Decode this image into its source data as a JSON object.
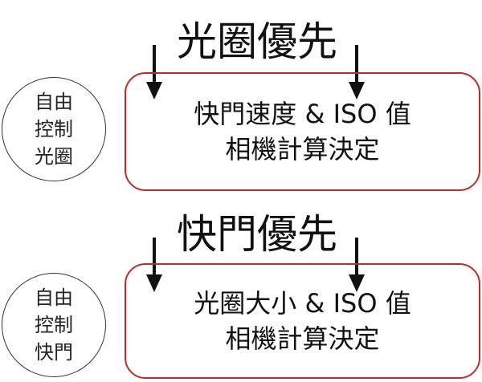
{
  "sections": [
    {
      "title": "光圈優先",
      "circle_lines": [
        "自由",
        "控制",
        "光圈"
      ],
      "box_lines": [
        "快門速度 & ISO 值",
        "相機計算決定"
      ]
    },
    {
      "title": "快門優先",
      "circle_lines": [
        "自由",
        "控制",
        "快門"
      ],
      "box_lines": [
        "光圈大小 & ISO 值",
        "相機計算決定"
      ]
    }
  ],
  "colors": {
    "box_border": "#c62828",
    "text": "#111111",
    "circle_border": "#333333"
  }
}
